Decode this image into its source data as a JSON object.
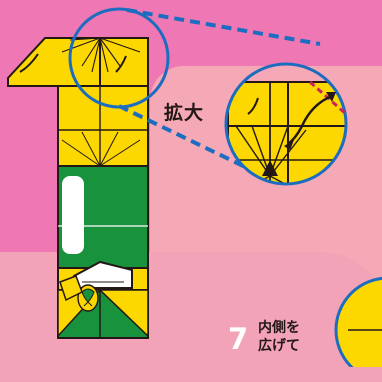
{
  "zoom_callout": {
    "label": "拡大"
  },
  "step": {
    "number": "7",
    "lines": [
      "内側を",
      "広げて"
    ]
  },
  "colors": {
    "background": "#ef78b4",
    "panel": "#f5a8b6",
    "paper_yellow": "#fcd700",
    "paper_green": "#18923c",
    "callout_blue": "#1c6dc0",
    "fold_mark": "#c8245e"
  },
  "icons": [
    "fold-arrow-icon",
    "folded-crest-icon"
  ]
}
